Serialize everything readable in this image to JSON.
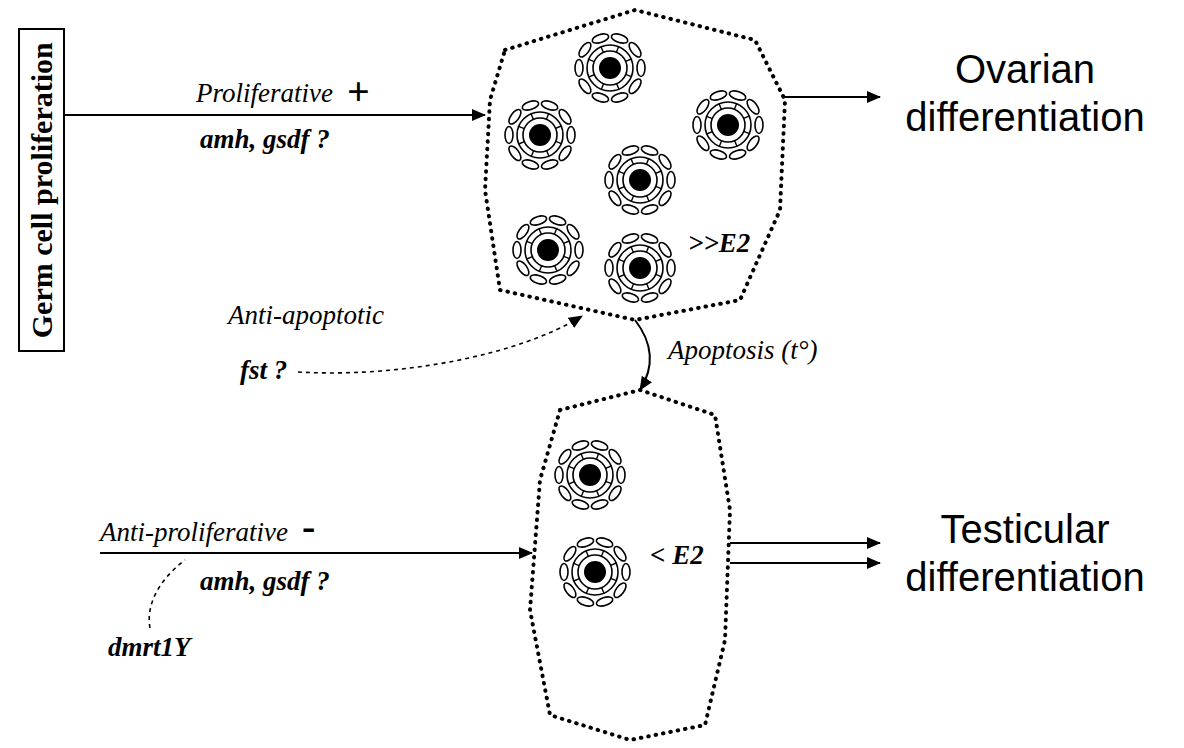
{
  "diagram": {
    "nodes": [
      {
        "text": [
          "Germ cell proliferation"
        ]
      },
      {
        "text": [
          ">>E2"
        ]
      },
      {
        "text": [
          "< E2"
        ]
      },
      {
        "text": [
          "Ovarian differentiation"
        ]
      },
      {
        "text": [
          "Testicular differentiation"
        ]
      }
    ],
    "edges": [
      {
        "from": 0,
        "to": 1,
        "arrow": "to",
        "label": "Proliferative"
      },
      {
        "from": 1,
        "to": 2,
        "arrow": "to",
        "label": "Apoptosis (t°)"
      },
      {
        "from": 1,
        "to": 3,
        "arrow": "to"
      },
      {
        "from": 2,
        "to": 4,
        "arrow": "to"
      },
      {
        "from": 2,
        "to": 4,
        "arrow": "to"
      }
    ],
    "labels": [
      "+",
      "amh, gsdf ?",
      "Anti-proliferative",
      "-",
      "amh, gsdf ?",
      "dmrt1Y",
      "Anti-apoptotic",
      "fst ?"
    ]
  }
}
